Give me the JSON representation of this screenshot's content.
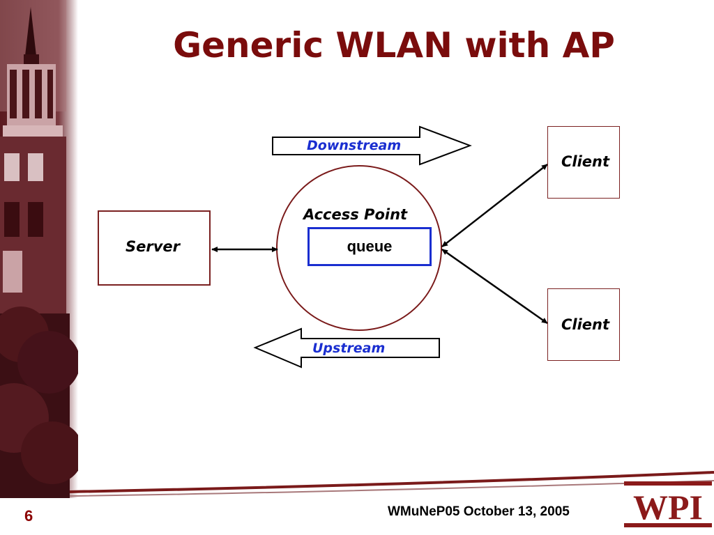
{
  "slide": {
    "title": "Generic WLAN with AP",
    "page_number": "6",
    "footer": "WMuNeP05 October 13, 2005",
    "logo_text": "WPI"
  },
  "diagram": {
    "server_label": "Server",
    "access_point_label": "Access Point",
    "queue_label": "queue",
    "client_top_label": "Client",
    "client_bottom_label": "Client",
    "downstream_label": "Downstream",
    "upstream_label": "Upstream"
  },
  "colors": {
    "title": "#7a0c0c",
    "box_border": "#7a2020",
    "queue_border": "#1a2ed0",
    "flow_labels": "#1a2ed0"
  },
  "icons": {
    "sidebar": "building-tower-photo-icon",
    "logo": "wpi-logo-icon"
  }
}
